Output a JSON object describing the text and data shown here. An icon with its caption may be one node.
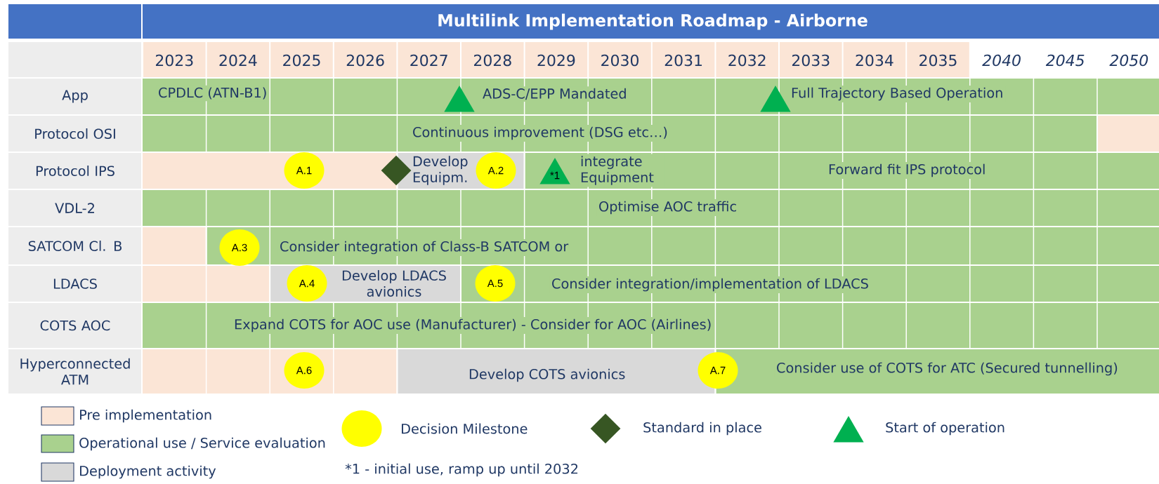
{
  "diagram": {
    "title": "Multilink Implementation Roadmap - Airborne",
    "nodes": [
      {
        "text": [],
        "shape": "triangle"
      },
      {
        "text": [],
        "shape": "triangle"
      },
      {
        "text": [
          "A.1"
        ]
      },
      {
        "text": [],
        "shape": "diamond"
      },
      {
        "text": [
          "A.2"
        ]
      },
      {
        "text": [
          "*1"
        ]
      },
      {
        "text": [
          "A.3"
        ]
      },
      {
        "text": [
          "A.4"
        ]
      },
      {
        "text": [
          "A.5"
        ]
      },
      {
        "text": [
          "A.6"
        ]
      },
      {
        "text": [
          "A.7"
        ]
      }
    ],
    "labels": [
      "2023",
      "2024",
      "2025",
      "2026",
      "2027",
      "2028",
      "2029",
      "2030",
      "2031",
      "2032",
      "2033",
      "2034",
      "2035",
      "2040",
      "2045",
      "2050",
      "App",
      "CPDLC (ATN-B1)",
      "ADS-C/EPP Mandated",
      "Full Trajectory Based Operation",
      "Protocol OSI",
      "Continuous improvement (DSG etc…)",
      "Protocol IPS",
      "Develop Equipm.",
      "integrate Equipment",
      "Forward fit IPS protocol",
      "VDL-2",
      "Optimise AOC traffic",
      "SATCOM Cl. B",
      "Consider integration of Class-B SATCOM or",
      "LDACS",
      "Develop LDACS avionics",
      "Consider integration/implementation of LDACS",
      "COTS AOC",
      "Expand COTS for AOC use (Manufacturer) - Consider for AOC (Airlines)",
      "Hyperconnected ATM",
      "Develop COTS avionics",
      "Consider use of COTS for ATC (Secured tunnelling)",
      "*1 - initial use, ramp up until 2032"
    ],
    "legend": [
      {
        "text": "Pre implementation",
        "color": "#fbe5d6"
      },
      {
        "text": "Operational use / Service evaluation",
        "color": "#a9d18e"
      },
      {
        "text": "Deployment activity",
        "color": "#d9d9d9"
      },
      {
        "text": "Decision Milestone"
      },
      {
        "text": "Standard in place"
      },
      {
        "text": "Start of operation"
      }
    ]
  }
}
